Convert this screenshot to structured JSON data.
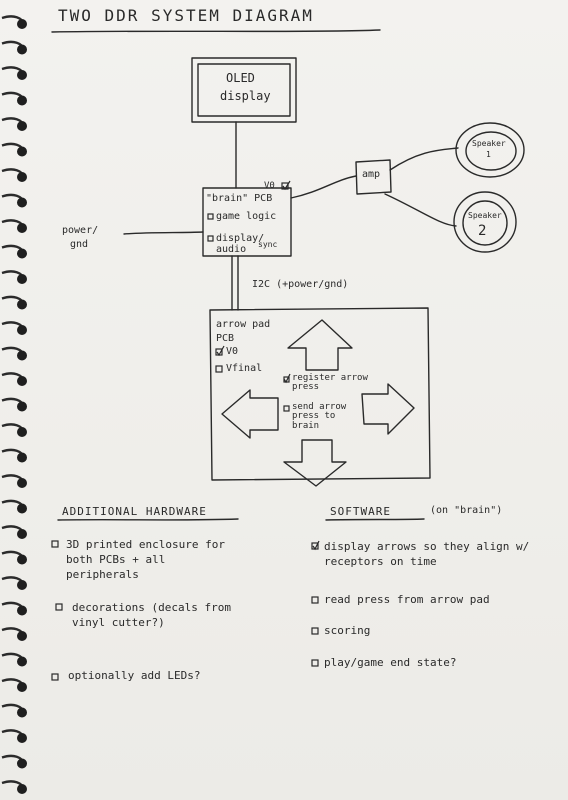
{
  "title": "TWO DDR SYSTEM DIAGRAM",
  "oled": {
    "line1": "OLED",
    "line2": "display"
  },
  "brain": {
    "title": "\"brain\" PCB",
    "version": "V0",
    "items": [
      "game logic",
      "display/ audio"
    ],
    "sync_note": "sync"
  },
  "power_left": {
    "line1": "power/",
    "line2": "gnd"
  },
  "amp": "amp",
  "speakers": [
    {
      "line1": "Speaker",
      "line2": "1"
    },
    {
      "line1": "Speaker",
      "line2": "2"
    }
  ],
  "i2c_label": "I2C (+power/gnd)",
  "arrow_pad": {
    "title_line1": "arrow pad",
    "title_line2": "PCB",
    "versions": [
      "V0",
      "Vfinal"
    ],
    "v0_checked": true,
    "vfinal_checked": false,
    "tasks": [
      "register arrow press",
      "send arrow press to brain"
    ],
    "task_checked": [
      true,
      false
    ]
  },
  "additional_hardware": {
    "heading": "ADDITIONAL HARDWARE",
    "items": [
      "3D printed enclosure for both PCBs + all peripherals",
      "decorations (decals from vinyl cutter?)",
      "optionally add LEDs?"
    ]
  },
  "software": {
    "heading": "SOFTWARE",
    "subheading": "(on \"brain\")",
    "items": [
      "display arrows so they align w/ receptors on time",
      "read press from arrow pad",
      "scoring",
      "play/game end state?"
    ],
    "checked": [
      true,
      false,
      false,
      false
    ]
  },
  "colors": {
    "ink": "#2a2a2a",
    "paper": "#efeeea",
    "ring": "#2b2b2b"
  }
}
